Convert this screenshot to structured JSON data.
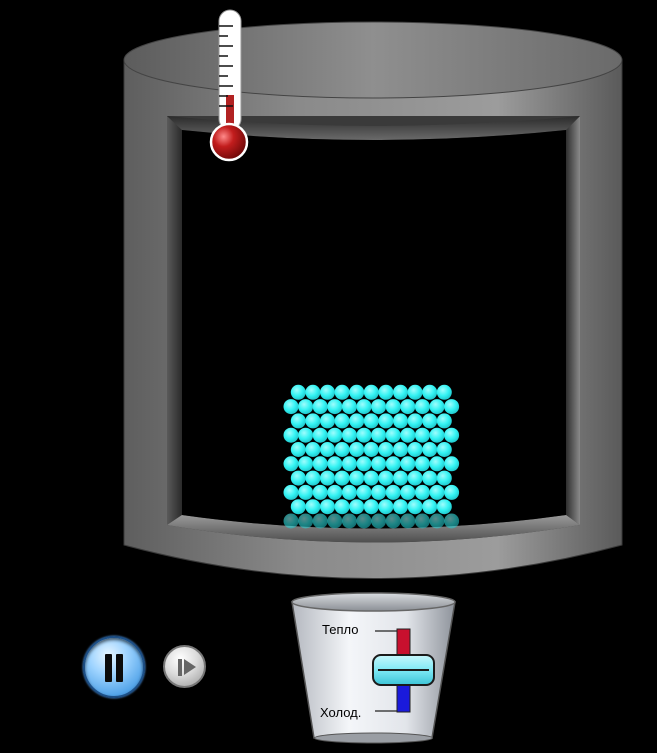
{
  "controls": {
    "pause_icon": "pause-icon",
    "step_icon": "step-forward-icon"
  },
  "heater": {
    "heat_label": "Тепло",
    "cool_label": "Холод."
  },
  "colors": {
    "particle": "#33f3f3",
    "thermometer_bulb": "#b22222",
    "background": "#000000",
    "heat_bar": "#c8102e",
    "cool_bar": "#1a1adb",
    "slider": "#7fe9f5"
  },
  "particles": {
    "columns": 12,
    "rows": 10
  }
}
